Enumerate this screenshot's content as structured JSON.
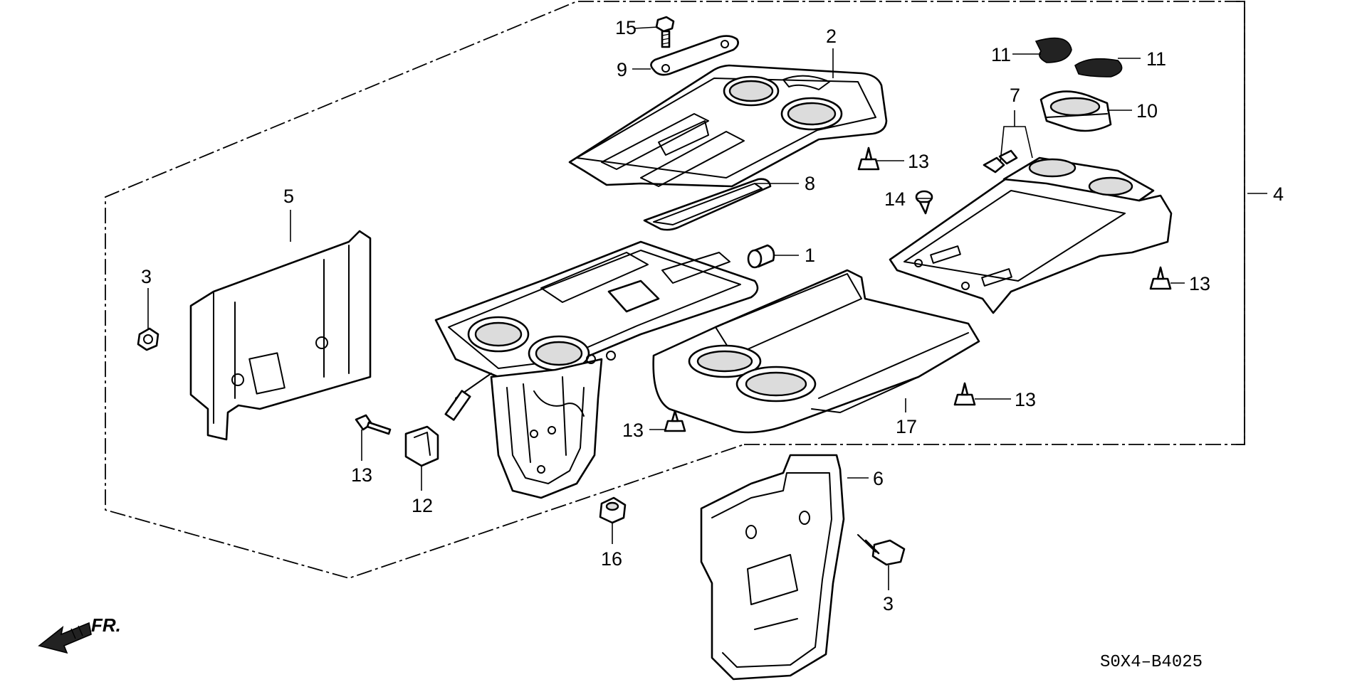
{
  "diagram": {
    "part_callouts": {
      "p1": "1",
      "p2": "2",
      "p3a": "3",
      "p3b": "3",
      "p4": "4",
      "p5": "5",
      "p6": "6",
      "p7": "7",
      "p8": "8",
      "p9": "9",
      "p10": "10",
      "p11a": "11",
      "p11b": "11",
      "p12": "12",
      "p13a": "13",
      "p13b": "13",
      "p13c": "13",
      "p13d": "13",
      "p13e": "13",
      "p14": "14",
      "p15": "15",
      "p16": "16",
      "p17": "17"
    },
    "direction_label": "FR.",
    "diagram_code": "S0X4–B4025"
  }
}
